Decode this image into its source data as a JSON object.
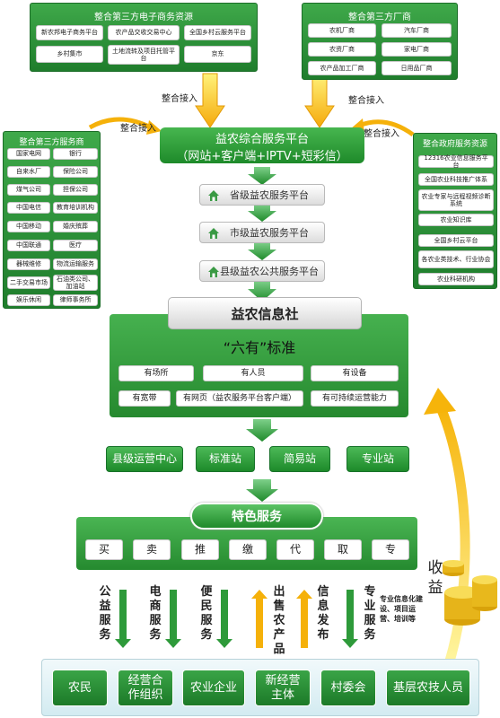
{
  "top_left_panel": {
    "title": "整合第三方电子商务资源",
    "items": [
      "新农邦电子商务平台",
      "农产品交收交易中心",
      "全国乡村云服务平台",
      "乡村集市",
      "土地流转及项目托管平台",
      "京东"
    ]
  },
  "top_right_panel": {
    "title": "整合第三方厂商",
    "items": [
      "农机厂商",
      "汽车厂商",
      "农资厂商",
      "家电厂商",
      "农产品加工厂商",
      "日用品厂商"
    ]
  },
  "left_panel": {
    "title": "整合第三方服务商",
    "items": [
      "国家电网",
      "银行",
      "自来水厂",
      "保险公司",
      "煤气公司",
      "担保公司",
      "中国电信",
      "教育培训机构",
      "中国移动",
      "婚庆殡葬",
      "中国联通",
      "医疗",
      "器械维修",
      "物流运输服务",
      "二手交易市场",
      "石油类公司、加油站",
      "娱乐休闲",
      "律师事务所"
    ]
  },
  "right_panel": {
    "title": "整合政府服务资源",
    "items": [
      "12316农业信息服务平台",
      "全国农业科技推广体系",
      "农业专家与远程视频诊断系统",
      "农业知识库",
      "全国乡村云平台",
      "各农业类技术、行业协会",
      "农业科研机构"
    ]
  },
  "arrows": {
    "integrate_left_top": "整合接入",
    "integrate_right_top": "整合接入",
    "integrate_left": "整合接入",
    "integrate_right": "整合接入"
  },
  "platform": {
    "title": "益农综合服务平台",
    "subtitle": "（网站+客户端+IPTV+短彩信）"
  },
  "sub_platforms": [
    "省级益农服务平台",
    "市级益农服务平台",
    "县级益农公共服务平台"
  ],
  "center": {
    "title": "益农信息社",
    "standard_title": "“六有”标准",
    "standards": [
      "有场所",
      "有人员",
      "有设备",
      "有宽带",
      "有网页（益农服务平台客户端）",
      "有可持续运营能力"
    ]
  },
  "stations": [
    "县级运营中心",
    "标准站",
    "简易站",
    "专业站"
  ],
  "featured": {
    "title": "特色服务",
    "items": [
      "买",
      "卖",
      "推",
      "缴",
      "代",
      "取",
      "专"
    ]
  },
  "flows": [
    {
      "label": "公益服务",
      "direction": "down"
    },
    {
      "label": "电商服务",
      "direction": "down"
    },
    {
      "label": "便民服务",
      "direction": "down"
    },
    {
      "label": "出售农产品",
      "direction": "up"
    },
    {
      "label": "信息发布",
      "direction": "up"
    },
    {
      "label": "专业服务",
      "direction": "down"
    }
  ],
  "flow_note": "专业信息化建设、项目运营、培训等",
  "revenue": "收益",
  "users": [
    "农民",
    "经营合作组织",
    "农业企业",
    "新经营主体",
    "村委会",
    "基层农技人员"
  ],
  "colors": {
    "green_dark": "#1f7d2c",
    "green_light": "#47b64f",
    "arrow_orange": "#f5b10a",
    "arrow_green": "#2e9a3a",
    "bottom_bg": "#e8f4f8"
  }
}
